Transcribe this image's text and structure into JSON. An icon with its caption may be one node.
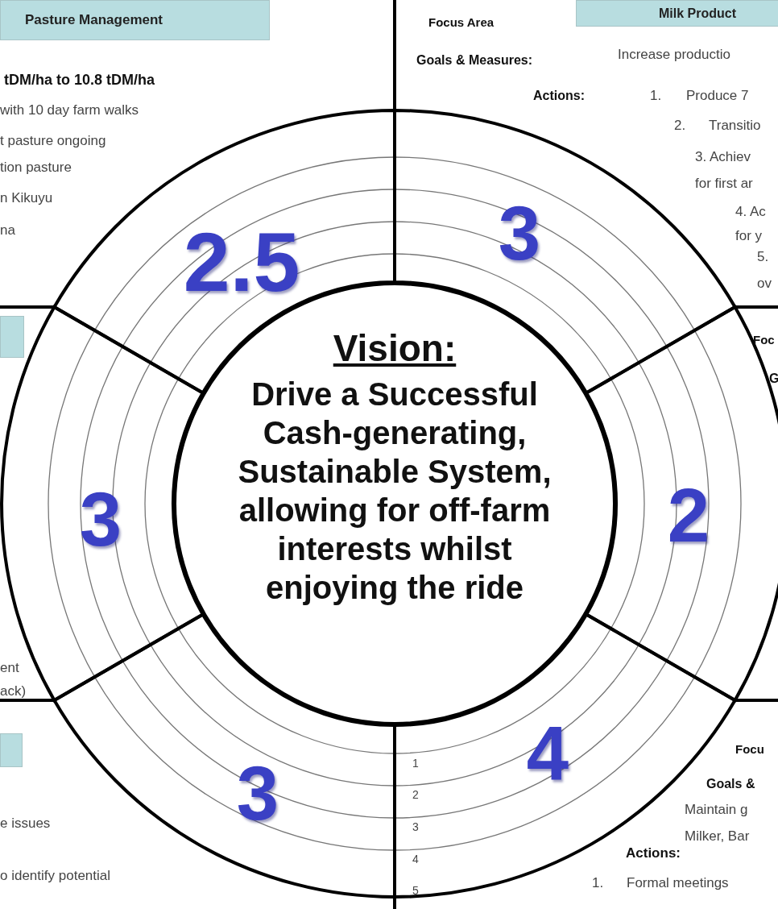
{
  "diagram": {
    "nodes": [
      {
        "text": [
          "Pasture Management"
        ]
      },
      {
        "text": [
          "Milk Product"
        ]
      },
      {
        "text": [
          "2.5"
        ]
      },
      {
        "text": [
          "3"
        ]
      },
      {
        "text": [],
        "shape": "box"
      },
      {
        "text": [
          "3"
        ]
      },
      {
        "text": [
          "Vision:",
          "Drive a Successful Cash-generating, Sustainable System, allowing for off-farm interests whilst enjoying the ride"
        ]
      },
      {
        "text": [
          "2"
        ]
      },
      {
        "text": [],
        "shape": "box"
      },
      {
        "text": [
          "3"
        ]
      },
      {
        "text": [
          "4"
        ]
      }
    ],
    "labels": [
      "tDM/ha to 10.8 tDM/ha",
      "with 10 day farm walks",
      "t pasture ongoing",
      "tion pasture",
      "n Kikuyu",
      "na",
      "Focus Area",
      "Goals & Measures:",
      "Increase productio",
      "Actions:",
      "1.",
      "Produce 7",
      "2.",
      "Transitio",
      "3. Achiev",
      "for first ar",
      "4. Ac",
      "for y",
      "5.",
      "ov",
      "Foc",
      "G",
      "ent",
      "ack)",
      "1",
      "2",
      "3",
      "4",
      "5",
      "e issues",
      "o identify potential",
      "Focu",
      "Goals &",
      "Maintain g",
      "Milker, Bar",
      "Actions:",
      "1.",
      "Formal meetings"
    ]
  }
}
